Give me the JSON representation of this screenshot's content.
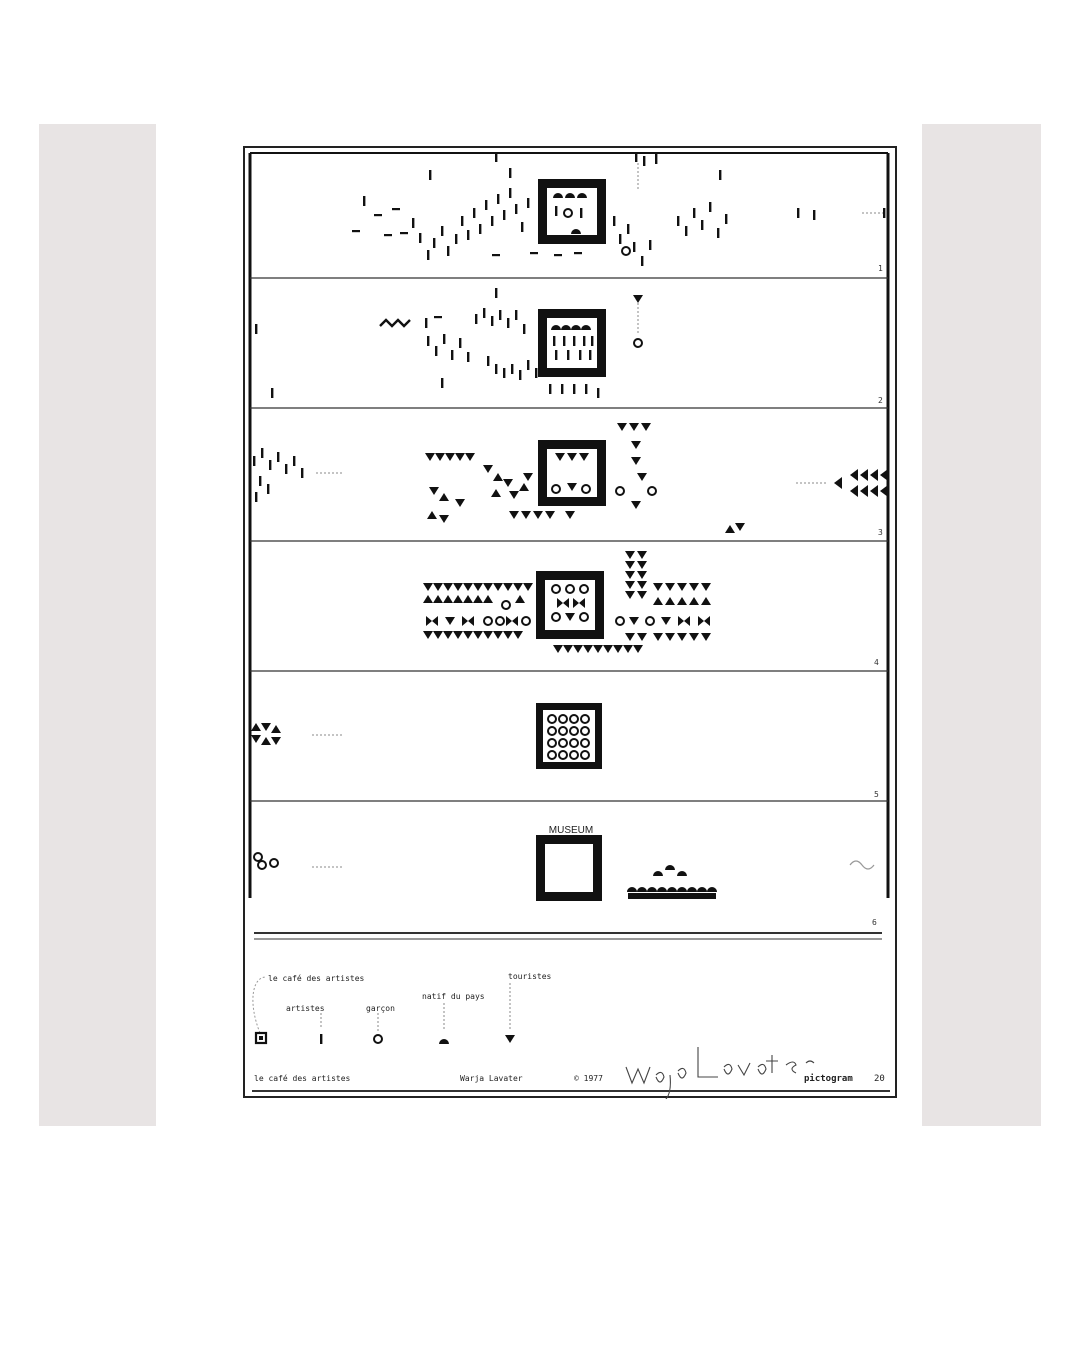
{
  "artwork": {
    "panel_numbers": [
      "1",
      "2",
      "3",
      "4",
      "5",
      "6"
    ],
    "museum_label": "MUSEUM",
    "legend": {
      "cafe": "le café des artistes",
      "artists": "artistes",
      "waiter": "garçon",
      "locals": "natif du pays",
      "tourists": "touristes"
    },
    "footer": {
      "title": "le café des artistes",
      "author": "Warja Lavater",
      "year": "© 1977",
      "series": "pictogram",
      "number": "20"
    }
  },
  "colors": {
    "band": "#e8e4e4",
    "ink": "#111111",
    "paper": "#ffffff"
  }
}
